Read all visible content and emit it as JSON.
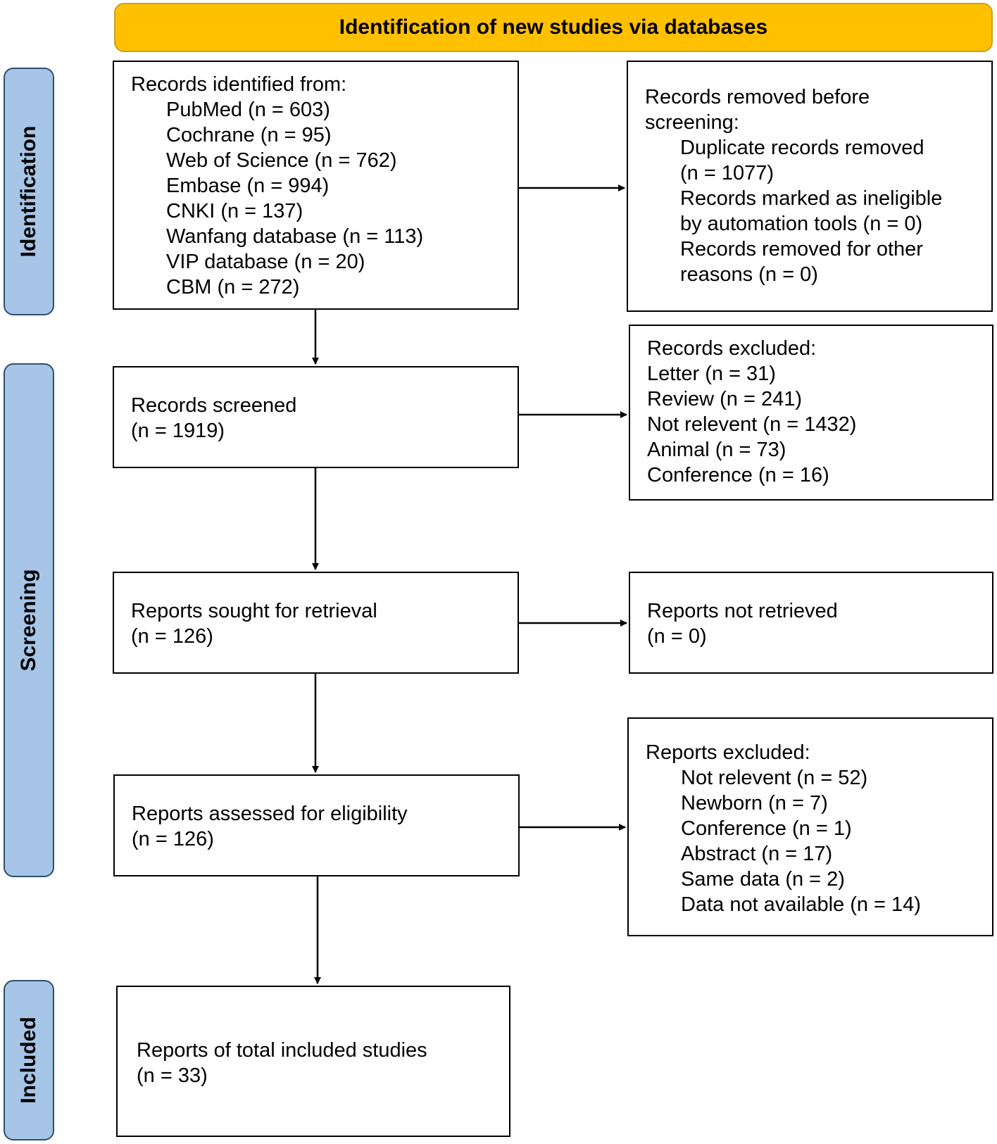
{
  "header": {
    "title": "Identification of new studies via databases"
  },
  "stages": {
    "identification": "Identification",
    "screening": "Screening",
    "included": "Included"
  },
  "colors": {
    "header_fill": "#FFC000",
    "stage_fill": "#A7C5E6",
    "stage_border": "#2F4F6F"
  },
  "identified": {
    "title": "Records identified from:",
    "items": [
      "PubMed (n = 603)",
      "Cochrane (n = 95)",
      "Web of Science (n = 762)",
      "Embase (n = 994)",
      "CNKI (n = 137)",
      "Wanfang database (n = 113)",
      "VIP database (n = 20)",
      "CBM (n = 272)"
    ]
  },
  "removed": {
    "title_lines": [
      "Records removed before",
      "screening:"
    ],
    "items": [
      "Duplicate records removed",
      "(n = 1077)",
      "Records marked as ineligible",
      "by automation tools (n = 0)",
      "Records removed for other",
      "reasons (n = 0)"
    ]
  },
  "screened": {
    "lines": [
      "Records screened",
      "(n = 1919)"
    ]
  },
  "excluded": {
    "title": "Records excluded:",
    "items": [
      "Letter (n = 31)",
      "Review (n = 241)",
      "Not relevent (n = 1432)",
      "Animal (n = 73)",
      "Conference (n = 16)"
    ]
  },
  "sought": {
    "lines": [
      "Reports sought for retrieval",
      "(n = 126)"
    ]
  },
  "not_retrieved": {
    "lines": [
      "Reports not retrieved",
      "(n = 0)"
    ]
  },
  "assessed": {
    "lines": [
      "Reports assessed for eligibility",
      "(n = 126)"
    ]
  },
  "reports_excluded": {
    "title": "Reports excluded:",
    "items": [
      "Not relevent (n = 52)",
      "Newborn (n = 7)",
      "Conference (n = 1)",
      "Abstract (n = 17)",
      "Same data (n = 2)",
      "Data not available (n = 14)"
    ]
  },
  "included": {
    "lines": [
      "Reports of total included studies",
      "(n = 33)"
    ]
  }
}
